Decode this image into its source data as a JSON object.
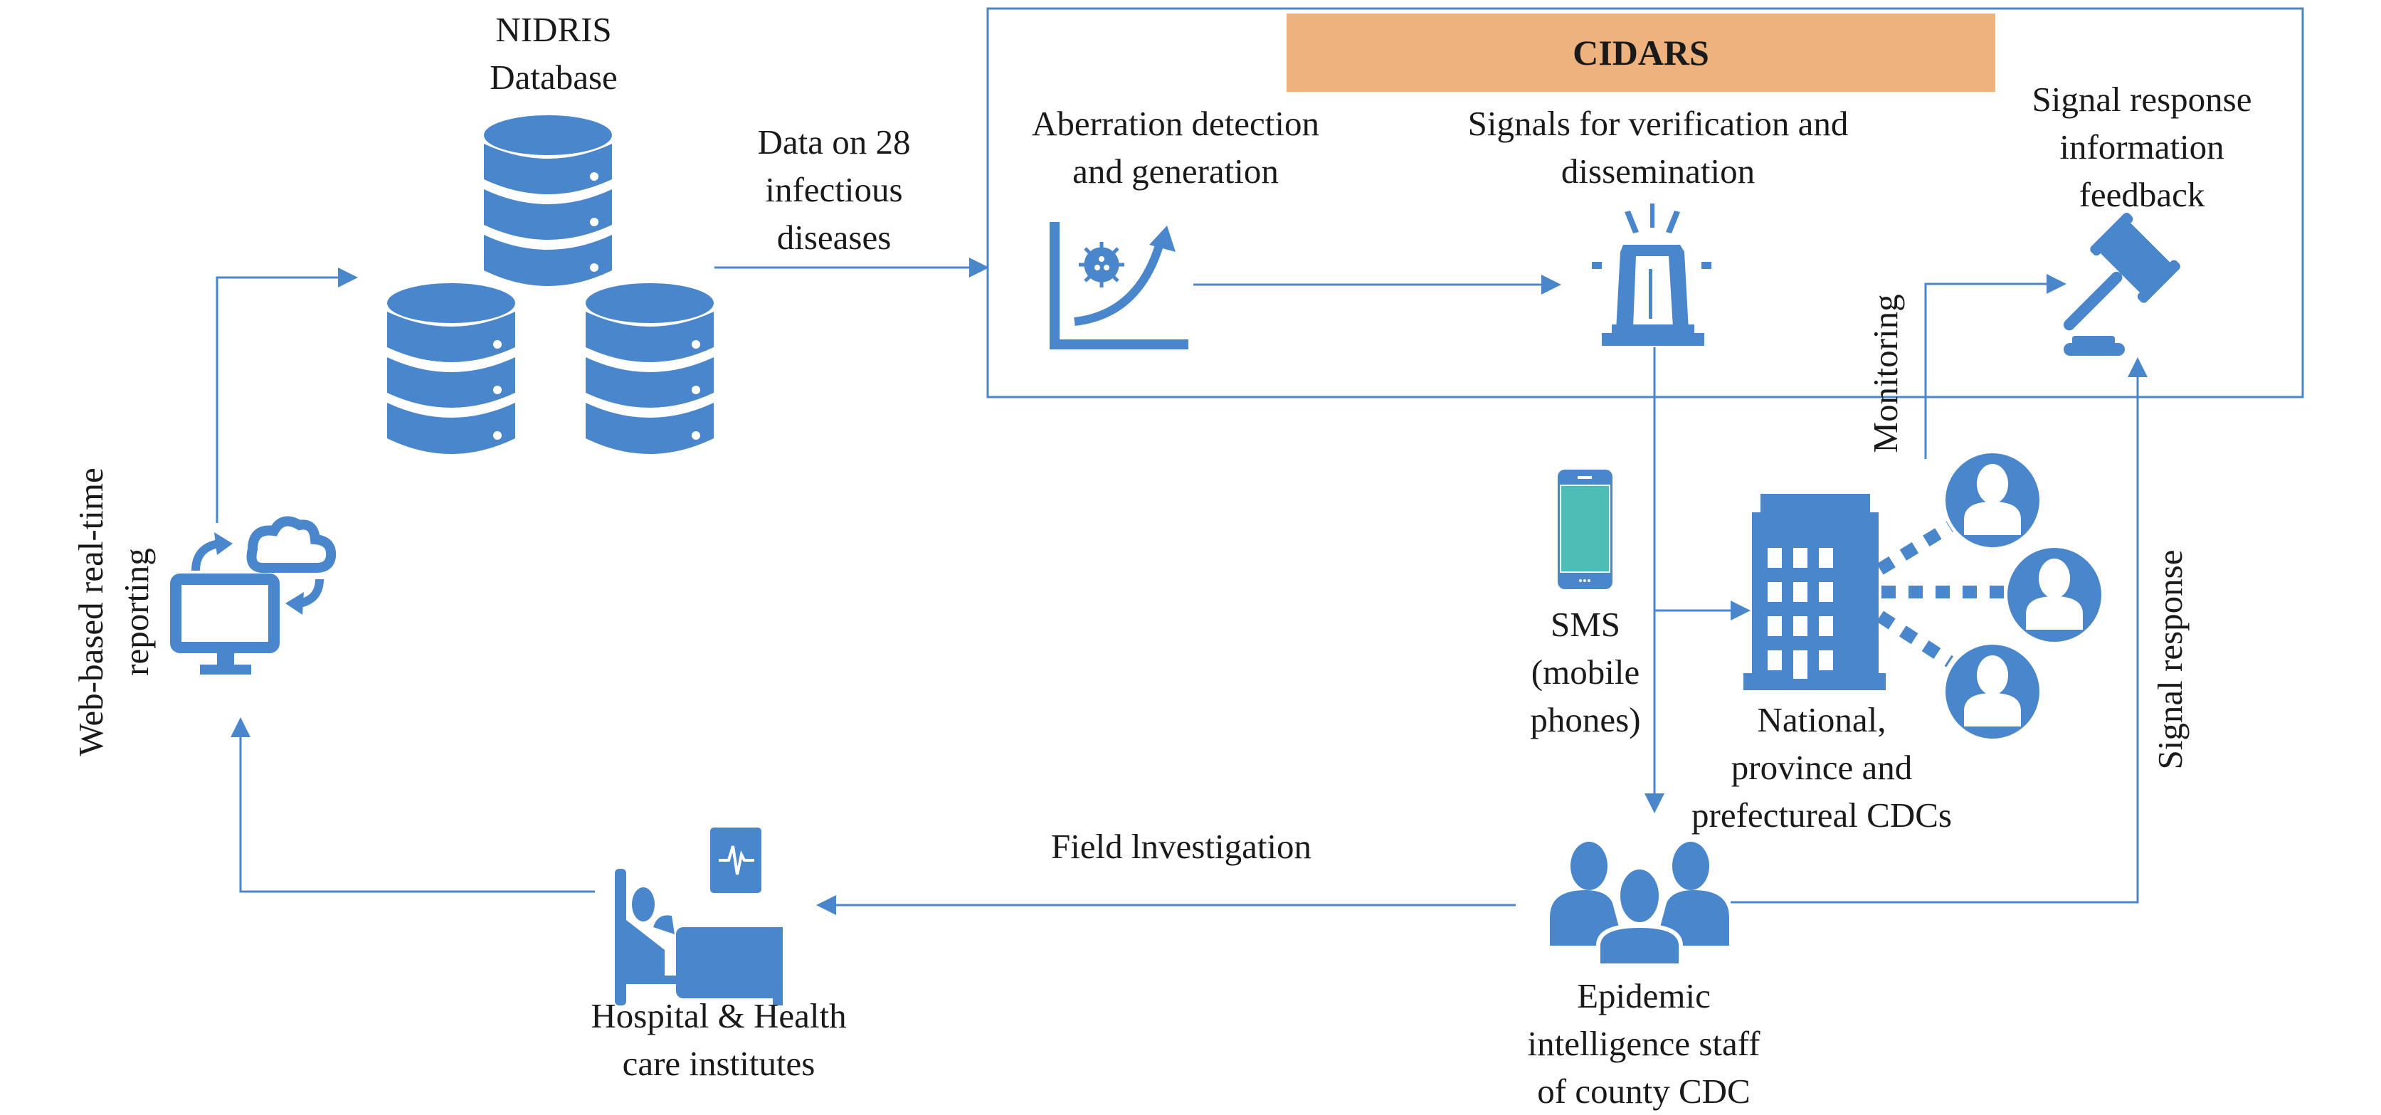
{
  "colors": {
    "accent": "#4A86CB",
    "cidars_bar": "#EDB27D",
    "text": "#1a1a1a",
    "phone_screen": "#4DBDB6"
  },
  "nodes": {
    "nidris": {
      "lines": [
        "NIDRIS",
        "Database"
      ],
      "icon": "database-stack-icon"
    },
    "data_label": {
      "lines": [
        "Data on 28",
        "infectious",
        "diseases"
      ]
    },
    "cidars": {
      "title": "CIDARS"
    },
    "aberration": {
      "lines": [
        "Aberration detection",
        "and generation"
      ],
      "icon": "virus-growth-chart-icon"
    },
    "signals": {
      "lines": [
        "Signals for verification and",
        "dissemination"
      ],
      "icon": "siren-alarm-icon"
    },
    "feedback": {
      "lines": [
        "Signal response",
        "information",
        "feedback"
      ],
      "icon": "gavel-icon"
    },
    "monitoring": {
      "label": "Monitoring"
    },
    "sms": {
      "lines": [
        "SMS",
        "(mobile",
        "phones)"
      ],
      "icon": "mobile-phone-icon"
    },
    "cdcs": {
      "lines": [
        "National,",
        "province and",
        "prefectureal CDCs"
      ],
      "icon": "building-network-icon"
    },
    "signal_response": {
      "label": "Signal response"
    },
    "epidemic": {
      "lines": [
        "Epidemic",
        "intelligence staff",
        "of county CDC"
      ],
      "icon": "group-people-icon"
    },
    "field": {
      "label": "Field lnvestigation"
    },
    "hospital": {
      "lines": [
        "Hospital & Health",
        "care institutes"
      ],
      "icon": "hospital-bed-icon"
    },
    "web": {
      "lines": [
        "Web-based real-time",
        "reporting"
      ],
      "icon": "computer-cloud-sync-icon"
    }
  }
}
